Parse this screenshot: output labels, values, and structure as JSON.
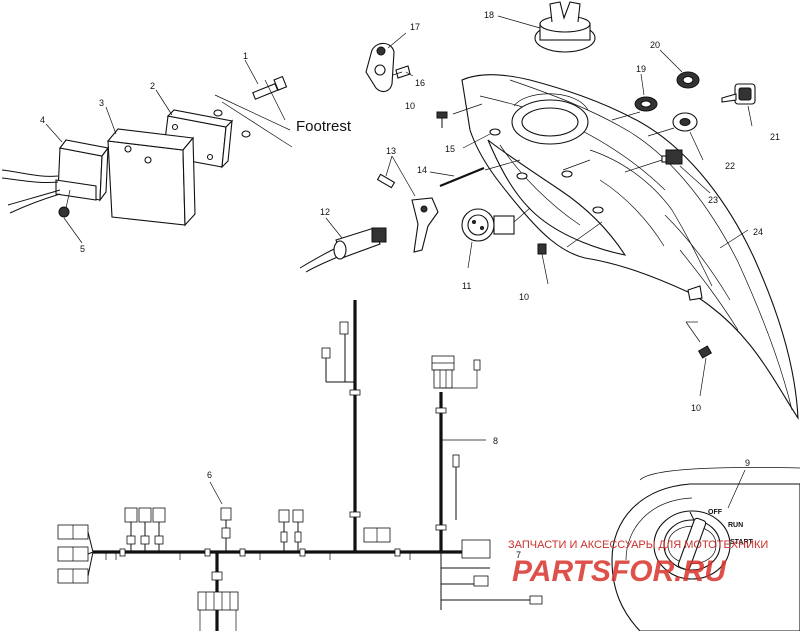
{
  "diagram": {
    "callouts": [
      {
        "id": "c1",
        "text": "1"
      },
      {
        "id": "c2",
        "text": "2"
      },
      {
        "id": "c3",
        "text": "3"
      },
      {
        "id": "c4",
        "text": "4"
      },
      {
        "id": "c5",
        "text": "5"
      },
      {
        "id": "c6",
        "text": "6"
      },
      {
        "id": "c7",
        "text": "7"
      },
      {
        "id": "c8",
        "text": "8"
      },
      {
        "id": "c9",
        "text": "9"
      },
      {
        "id": "c10a",
        "text": "10"
      },
      {
        "id": "c10b",
        "text": "10"
      },
      {
        "id": "c10c",
        "text": "10"
      },
      {
        "id": "c11",
        "text": "11"
      },
      {
        "id": "c12",
        "text": "12"
      },
      {
        "id": "c13",
        "text": "13"
      },
      {
        "id": "c14",
        "text": "14"
      },
      {
        "id": "c15",
        "text": "15"
      },
      {
        "id": "c16",
        "text": "16"
      },
      {
        "id": "c17",
        "text": "17"
      },
      {
        "id": "c18",
        "text": "18"
      },
      {
        "id": "c19",
        "text": "19"
      },
      {
        "id": "c20",
        "text": "20"
      },
      {
        "id": "c21",
        "text": "21"
      },
      {
        "id": "c22",
        "text": "22"
      },
      {
        "id": "c23",
        "text": "23"
      },
      {
        "id": "c24",
        "text": "24"
      }
    ],
    "footrest_label": "Footrest",
    "switch_positions": {
      "off": "OFF",
      "run": "RUN",
      "start": "START"
    },
    "watermark": {
      "caption": "ЗАПЧАСТИ И АКСЕССУАРЫ ДЛЯ МОТОТЕХНИКИ",
      "brand": "PARTSFOR.RU"
    },
    "colors": {
      "line": "#111111",
      "watermark": "#d9322b",
      "background": "#ffffff"
    }
  }
}
